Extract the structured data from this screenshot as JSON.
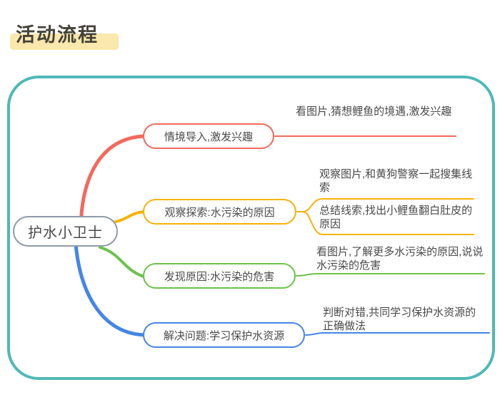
{
  "page": {
    "title": "活动流程",
    "colors": {
      "frame_teal": "#4fb8b8",
      "branch_red": "#f4695c",
      "branch_yellow": "#f7b305",
      "branch_green": "#6cc24a",
      "branch_blue": "#4585e6",
      "root_border_gray": "#8e9cab",
      "text_dark": "#4a4a4a",
      "title_text": "#45423a",
      "title_highlight": "#fae8ac"
    }
  },
  "mindmap": {
    "root": {
      "label": "护水小卫士"
    },
    "branches": [
      {
        "label": "情境导入,激发兴趣",
        "color": "#f4695c",
        "leaves": [
          "看图片,猜想鲤鱼的境遇,激发兴趣"
        ]
      },
      {
        "label": "观察探索:水污染的原因",
        "color": "#f7b305",
        "leaves": [
          "观察图片,和黄狗警察一起搜集线索",
          "总结线索,找出小鲤鱼翻白肚皮的原因"
        ]
      },
      {
        "label": "发现原因:水污染的危害",
        "color": "#6cc24a",
        "leaves": [
          "看图片,了解更多水污染的原因,说说水污染的危害"
        ]
      },
      {
        "label": "解决问题:学习保护水资源",
        "color": "#4585e6",
        "leaves": [
          "判断对错,共同学习保护水资源的正确做法"
        ]
      }
    ]
  }
}
